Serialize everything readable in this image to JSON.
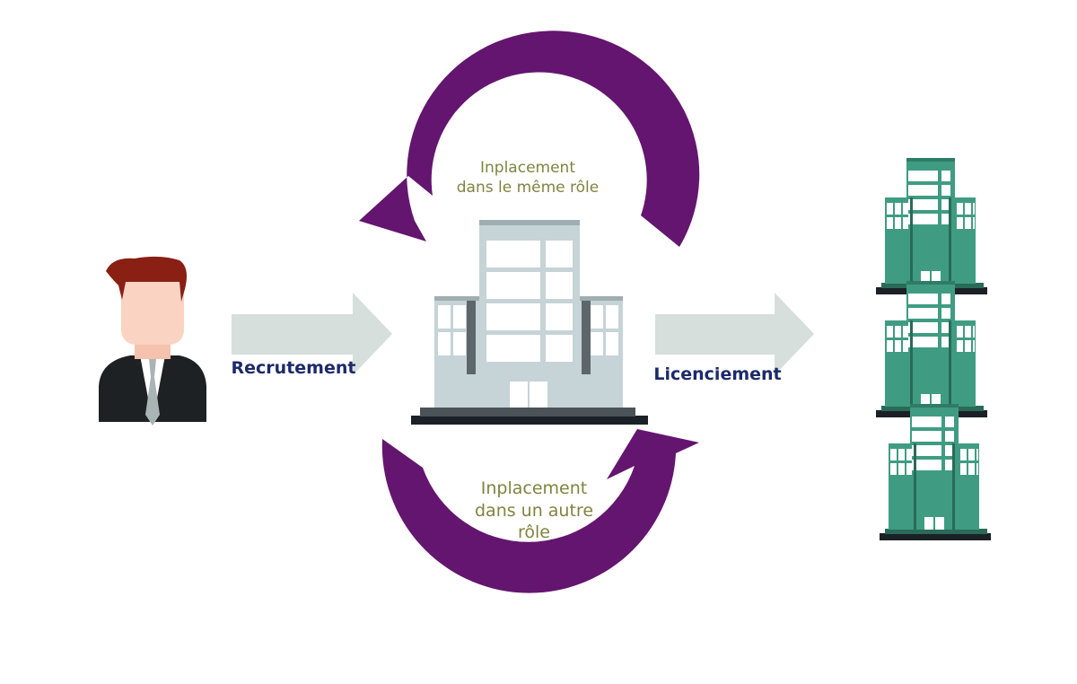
{
  "labels": {
    "recruitment": "Recrutement",
    "dismissal": "Licenciement",
    "same_role": [
      "Inplacement",
      "dans le même rôle"
    ],
    "other_role": [
      "Inplacement",
      "dans un autre",
      "rôle"
    ]
  },
  "colors": {
    "cycle_arrow": "#64156f",
    "flow_arrow": "#d6dfdc",
    "central_building": "#c6d3d7",
    "external_buildings": "#3f9c82",
    "label_dark": "#1c2a6b",
    "label_olive": "#7d8540",
    "person_hair": "#8a1f14",
    "person_skin": "#fbd3c2",
    "person_suit": "#1e2124",
    "person_tie": "#a9b4b6"
  },
  "icons": [
    "person-icon",
    "office-building-icon",
    "company-building-icon"
  ]
}
